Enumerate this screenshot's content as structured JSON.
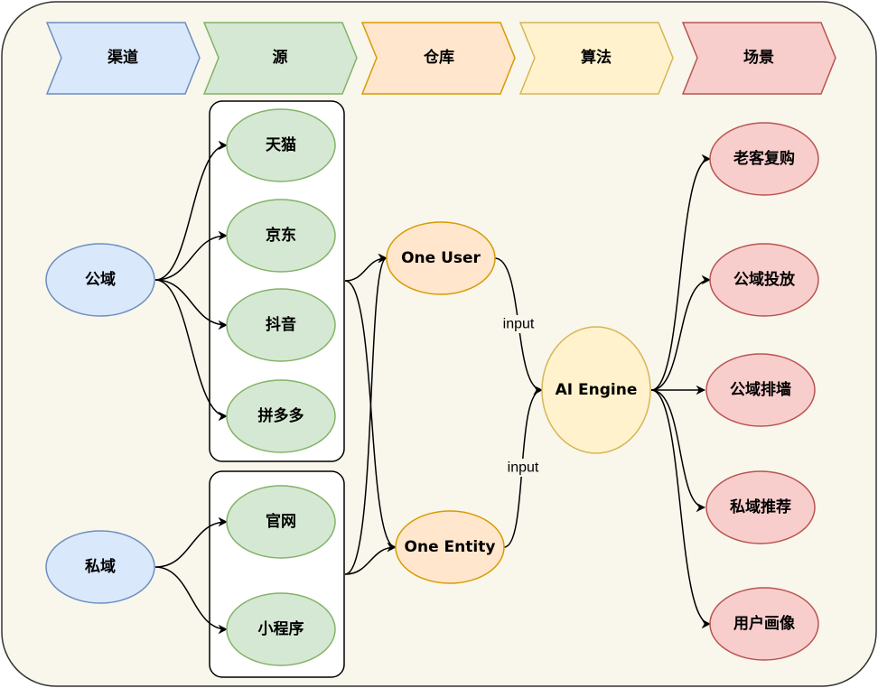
{
  "stages": [
    "渠道",
    "源",
    "仓库",
    "算法",
    "场景"
  ],
  "channels": {
    "public": "公域",
    "private": "私域"
  },
  "sources": {
    "tmall": "天猫",
    "jd": "京东",
    "douyin": "抖音",
    "pdd": "拼多多",
    "website": "官网",
    "miniprogram": "小程序"
  },
  "warehouse": {
    "one_user": "One User",
    "one_entity": "One Entity"
  },
  "algorithm": {
    "engine": "AI Engine"
  },
  "edge_labels": {
    "input_top": "input",
    "input_bottom": "input"
  },
  "scenes": [
    "老客复购",
    "公域投放",
    "公域排墙",
    "私域推荐",
    "用户画像"
  ],
  "colors": {
    "canvas_bg": "#f9f6ec",
    "blue_fill": "#dae8fc",
    "blue_stroke": "#6c8ebf",
    "green_fill": "#d5e8d4",
    "green_stroke": "#82b366",
    "orange_fill": "#ffe6cc",
    "orange_stroke": "#d79b00",
    "yellow_fill": "#fff2cc",
    "yellow_stroke": "#d6b656",
    "red_fill": "#f8cecc",
    "red_stroke": "#b85450"
  }
}
